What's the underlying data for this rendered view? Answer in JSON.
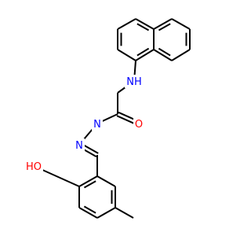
{
  "structure": {
    "type": "2d-skeletal-formula",
    "colors": {
      "bond": "#000000",
      "oxygen": "#ff0000",
      "nitrogen": "#0000ff",
      "background": "#ffffff"
    },
    "atom_labels": [
      {
        "id": "nh",
        "text": "NH",
        "element": "N"
      },
      {
        "id": "o_carbonyl",
        "text": "O",
        "element": "O"
      },
      {
        "id": "n_hydrazide",
        "text": "N",
        "element": "N"
      },
      {
        "id": "n_imine",
        "text": "N",
        "element": "N"
      },
      {
        "id": "o_hydroxyl",
        "text": "HO",
        "element": "O"
      }
    ]
  }
}
